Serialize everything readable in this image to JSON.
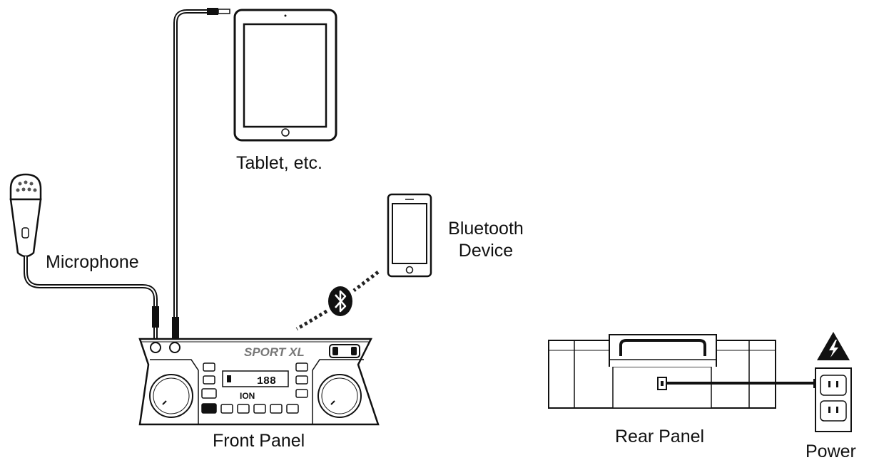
{
  "labels": {
    "tablet": "Tablet, etc.",
    "bluetooth_line1": "Bluetooth",
    "bluetooth_line2": "Device",
    "microphone": "Microphone",
    "front_panel": "Front Panel",
    "rear_panel": "Rear Panel",
    "power": "Power"
  },
  "device": {
    "brand_logo": "SPORT XL",
    "maker_logo": "ION",
    "display_digits": "188"
  },
  "icons": {
    "bluetooth": "bluetooth-icon",
    "warning": "high-voltage-warning-icon"
  }
}
